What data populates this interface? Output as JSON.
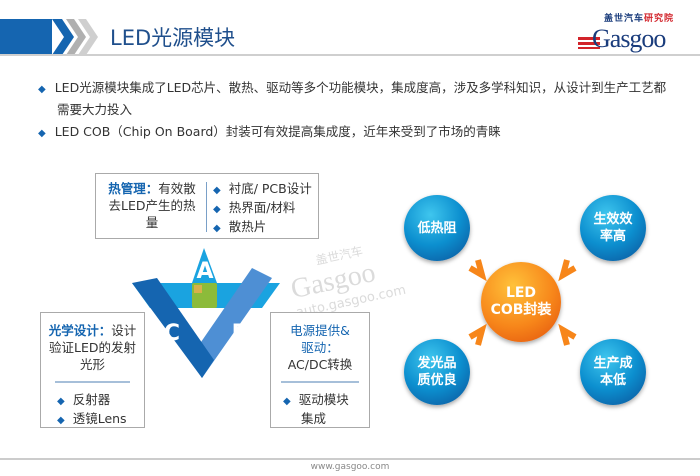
{
  "header": {
    "title": "LED光源模块",
    "logo_cn_a": "盖世汽车",
    "logo_cn_b": "研究院",
    "logo_en": "Gasgoo"
  },
  "bullets": [
    "LED光源模块集成了LED芯片、散热、驱动等多个功能模块，集成度高，涉及多学科知识，从设计到生产工艺都",
    "需要大力投入",
    "LED COB（Chip On Board）封装可有效提高集成度，近年来受到了市场的青睐"
  ],
  "thermal": {
    "title": "热管理：",
    "desc1": "有效散",
    "desc2": "去LED产生的热",
    "desc3": "量",
    "items": [
      "衬底/ PCB设计",
      "热界面/材料",
      "散热片"
    ]
  },
  "optical": {
    "title": "光学设计：",
    "desc1": "设计",
    "desc2": "验证LED的发射",
    "desc3": "光形",
    "items": [
      "反射器",
      "透镜Lens"
    ]
  },
  "power": {
    "title1": "电源提供&",
    "title2": "驱动：",
    "desc": "AC/DC转换",
    "items": [
      "驱动模块",
      "集成"
    ]
  },
  "triangle": {
    "a": "A",
    "b": "B",
    "c": "C"
  },
  "circles": {
    "center1": "LED",
    "center2": "COB封装",
    "tl": "低热阻",
    "tr1": "生效效",
    "tr2": "率高",
    "bl1": "发光品",
    "bl2": "质优良",
    "br1": "生产成",
    "br2": "本低"
  },
  "watermark": {
    "cn": "盖世汽车",
    "en": "Gasgoo",
    "url": "auto.gasgoo.com"
  },
  "footer": "www.gasgoo.com",
  "colors": {
    "accent": "#1565b0",
    "orange": "#f7861a"
  }
}
